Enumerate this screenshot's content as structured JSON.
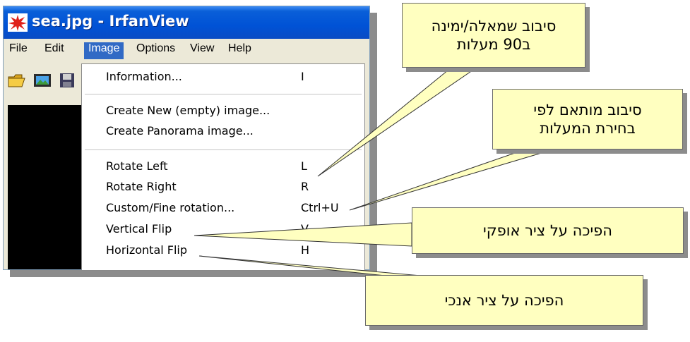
{
  "window": {
    "title": "sea.jpg - IrfanView",
    "app_icon": "irfanview-icon"
  },
  "menubar": {
    "items": [
      "File",
      "Edit",
      "Image",
      "Options",
      "View",
      "Help"
    ],
    "active": "Image"
  },
  "toolbar": {
    "icons": [
      "open-folder-icon",
      "slideshow-icon",
      "save-icon"
    ]
  },
  "image_menu": {
    "items": [
      {
        "label": "Information...",
        "shortcut": "I"
      },
      {
        "label": "Create New (empty) image...",
        "shortcut": ""
      },
      {
        "label": "Create Panorama image...",
        "shortcut": ""
      },
      {
        "label": "Rotate Left",
        "shortcut": "L"
      },
      {
        "label": "Rotate Right",
        "shortcut": "R"
      },
      {
        "label": "Custom/Fine rotation...",
        "shortcut": "Ctrl+U"
      },
      {
        "label": "Vertical Flip",
        "shortcut": "V"
      },
      {
        "label": "Horizontal Flip",
        "shortcut": "H"
      }
    ]
  },
  "callouts": {
    "rotate_90": {
      "line1": "סיבוב שמאלה/ימינה",
      "line2": "ב90 מעלות"
    },
    "custom_rotate": {
      "line1": "סיבוב מותאם לפי",
      "line2": "בחירת המעלות"
    },
    "vertical_flip": {
      "text": "הפיכה על ציר אופקי"
    },
    "horizontal_flip": {
      "text": "הפיכה על ציר אנכי"
    }
  },
  "colors": {
    "titlebar": "#0052d6",
    "menu_highlight": "#316ac5",
    "callout_fill": "#ffffc0",
    "window_face": "#ece9d8"
  }
}
